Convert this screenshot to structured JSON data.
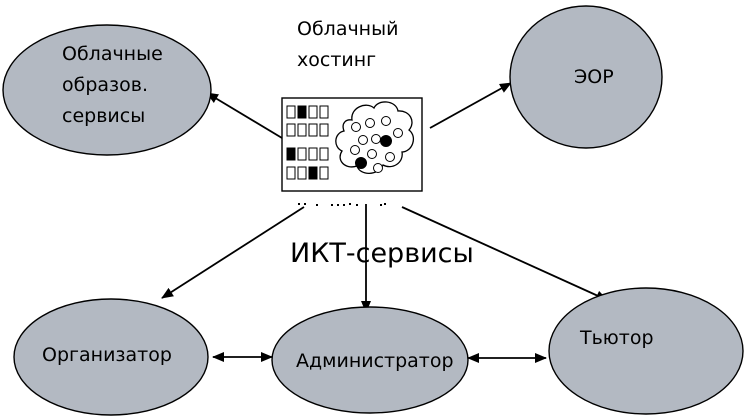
{
  "hosting": {
    "label_line1": "Облачный",
    "label_line2": "хостинг"
  },
  "center_label": "ИКТ-сервисы",
  "nodes": {
    "cloud_services": {
      "line1": "Облачные",
      "line2": "образов.",
      "line3": "сервисы"
    },
    "eor": "ЭОР",
    "organizer": "Организатор",
    "administrator": "Администратор",
    "tutor": "Тьютор"
  },
  "colors": {
    "node_fill": "#b3b9c2",
    "stroke": "#000000",
    "background": "#ffffff"
  },
  "icons": {
    "hosting": "server-cloud-icon"
  }
}
